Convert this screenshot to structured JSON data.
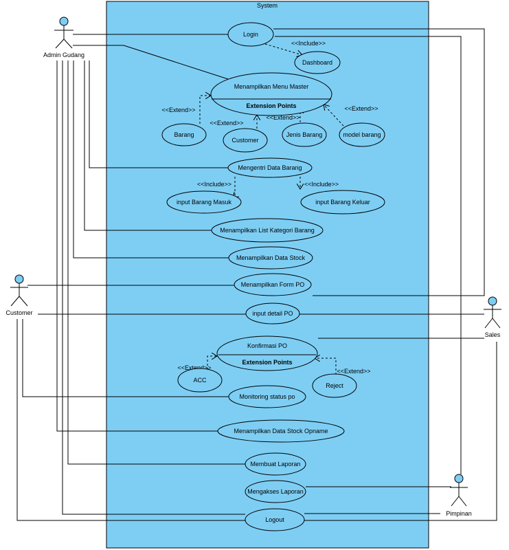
{
  "system": {
    "title": "System"
  },
  "actors": {
    "admin": "Admin Gudang",
    "customer": "Customer",
    "sales": "Sales",
    "pimpinan": "Pimpinan"
  },
  "use_cases": {
    "login": "Login",
    "dashboard": "Dashboard",
    "menu_master": "Menampilkan Menu Master",
    "extension_points": "Extension Points",
    "barang": "Barang",
    "customer": "Customer",
    "jenis_barang": "Jenis Barang",
    "model_barang": "model barang",
    "mengentri": "Mengentri Data Barang",
    "input_masuk": "input Barang Masuk",
    "input_keluar": "input Barang Keluar",
    "list_kategori": "Menampilkan List Kategori Barang",
    "data_stock": "Menampilkan Data Stock",
    "form_po": "Menampilkan Form PO",
    "detail_po": "input detail PO",
    "konfirmasi_po": "Konfirmasi PO",
    "acc": "ACC",
    "reject": "Reject",
    "monitoring": "Monitoring status po",
    "stock_opname": "Menampilkan Data Stock Opname",
    "laporan": "Membuat Laporan",
    "akses_laporan": "Mengakses Laporan",
    "logout": "Logout"
  },
  "stereotypes": {
    "include": "<<Include>>",
    "extend": "<<Extend>>"
  }
}
